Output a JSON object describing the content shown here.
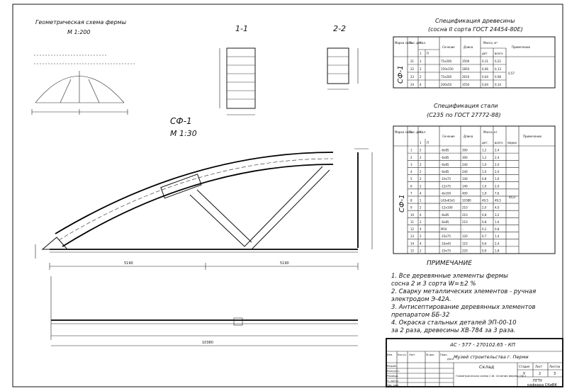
{
  "geometry": {
    "title": "Геометрическая схема фермы",
    "scale": "М 1:200"
  },
  "sections": {
    "s1": "1-1",
    "s2": "2-2"
  },
  "truss": {
    "mark": "СФ-1",
    "scale": "М 1:30",
    "dims_bottom": [
      "5190",
      "5190"
    ],
    "span": "10380"
  },
  "spec_wood": {
    "title1": "Спецификация древесины",
    "title2": "(сосна II сорта ГОСТ 24454-80Е)",
    "headers": [
      "Марка элем.",
      "Поз. дет.",
      "Кол.",
      "Сечение",
      "Длина",
      "Масса, м³",
      "Примечание"
    ],
    "sub": [
      "1",
      "П",
      "дет.",
      "всего"
    ],
    "mark": "СФ-1",
    "rows": [
      [
        "21",
        "2",
        "75х200",
        "3500",
        "0,11",
        "0,22"
      ],
      [
        "22",
        "2",
        "150х150",
        "2850",
        "0,06",
        "0,13"
      ],
      [
        "23",
        "2",
        "75х200",
        "2610",
        "0,04",
        "0,08"
      ],
      [
        "24",
        "4",
        "200х50",
        "3550",
        "0,04",
        "0,14"
      ]
    ],
    "total": "0,57"
  },
  "spec_steel": {
    "title1": "Спецификация стали",
    "title2": "(С235 по ГОСТ 27772-88)",
    "headers": [
      "Марка элем.",
      "Поз. дет.",
      "Кол.",
      "Сечение",
      "Длина",
      "Масса, кг",
      "Примечание"
    ],
    "sub": [
      "1",
      "П",
      "дет.",
      "всего",
      "марки"
    ],
    "mark": "СФ-1",
    "rows": [
      [
        "1",
        "2",
        "-6х85",
        "300",
        "1,2",
        "2,4"
      ],
      [
        "2",
        "2",
        "-6х85",
        "300",
        "1,2",
        "2,4"
      ],
      [
        "3",
        "2",
        "-6х85",
        "240",
        "1,0",
        "2,0"
      ],
      [
        "4",
        "2",
        "-6х85",
        "240",
        "1,0",
        "2,0"
      ],
      [
        "5",
        "2",
        "-10х75",
        "140",
        "0,8",
        "1,6"
      ],
      [
        "6",
        "2",
        "-12х75",
        "140",
        "1,0",
        "2,0"
      ],
      [
        "7",
        "4",
        "-6х100",
        "400",
        "1,9",
        "7,6"
      ],
      [
        "8",
        "1",
        "L63х63х5",
        "10380",
        "49,5",
        "49,5"
      ],
      [
        "9",
        "2",
        "-12х100",
        "210",
        "2,0",
        "4,0"
      ],
      [
        "10",
        "4",
        "-6х85",
        "210",
        "0,8",
        "3,2"
      ],
      [
        "11",
        "2",
        "-6х85",
        "210",
        "0,8",
        "1,6"
      ],
      [
        "12",
        "4",
        "М16",
        "-",
        "0,2",
        "0,8"
      ],
      [
        "13",
        "2",
        "-10х75",
        "120",
        "0,7",
        "1,4"
      ],
      [
        "14",
        "4",
        "-16х40",
        "110",
        "0,6",
        "2,4"
      ],
      [
        "15",
        "2",
        "-10х75",
        "220",
        "0,9",
        "1,8"
      ]
    ],
    "total": "95,0"
  },
  "notes": {
    "title": "ПРИМЕЧАНИЕ",
    "items": [
      "1. Все деревянные элементы фермы",
      "    сосна 2 и 3 сорта W=±2 %",
      "2. Сварку металлических элементов - ручная",
      "    электродом Э-42А.",
      "3. Антисептирование деревянных элементов",
      "    препаратом ББ-32",
      "4. Окраска стальных деталей ЭП-00-10",
      "    за 2 раза, древесины ХВ-784 за 3 раза."
    ]
  },
  "stamp": {
    "code": "АС - 577 - 270102.65 - КП",
    "project": "Музей строительства г. Перми",
    "sheet_name": "Склад",
    "cols": [
      "Стадия",
      "Лист",
      "Листов"
    ],
    "vals": [
      "У",
      "2",
      "3"
    ],
    "drawing": "Геометрическая схема С.Ф. Сечения фермы СФ-1",
    "org1": "ПГТУ",
    "org2": "кафедра СКиВК",
    "roles": [
      "Разраб.",
      "Консульт.",
      "Руковод.",
      "Н. контр.",
      "Зав. каф."
    ],
    "head": [
      "Изм.",
      "Кол.уч",
      "Лист",
      "№ док.",
      "Подп.",
      "Дата"
    ]
  }
}
